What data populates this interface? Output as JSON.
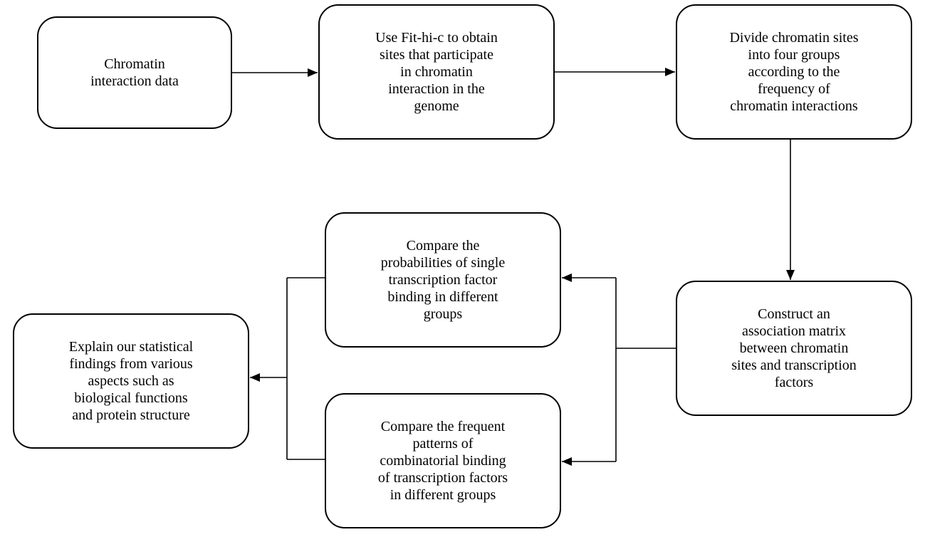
{
  "diagram": {
    "nodes": [
      {
        "id": "n1",
        "text": "Chromatin\ninteraction data"
      },
      {
        "id": "n2",
        "text": "Use Fit-hi-c to obtain\nsites that participate\nin chromatin\ninteraction in the\ngenome"
      },
      {
        "id": "n3",
        "text": "Divide chromatin sites\ninto four groups\naccording to the\nfrequency of\nchromatin interactions"
      },
      {
        "id": "n4",
        "text": "Construct an\nassociation matrix\nbetween chromatin\nsites and transcription\nfactors"
      },
      {
        "id": "n5",
        "text": "Compare the\nprobabilities of single\ntranscription factor\nbinding in different\ngroups"
      },
      {
        "id": "n6",
        "text": "Compare the frequent\npatterns of\ncombinatorial binding\nof transcription factors\nin different groups"
      },
      {
        "id": "n7",
        "text": "Explain our statistical\nfindings from various\naspects such as\nbiological functions\nand protein structure"
      }
    ],
    "edges": [
      {
        "from": "n1",
        "to": "n2"
      },
      {
        "from": "n2",
        "to": "n3"
      },
      {
        "from": "n3",
        "to": "n4"
      },
      {
        "from": "n4",
        "to": "n5"
      },
      {
        "from": "n4",
        "to": "n6"
      },
      {
        "from": "n5",
        "to": "n7"
      },
      {
        "from": "n6",
        "to": "n7"
      }
    ],
    "colors": {
      "stroke": "#000000",
      "fill": "#ffffff",
      "text": "#000000"
    }
  }
}
